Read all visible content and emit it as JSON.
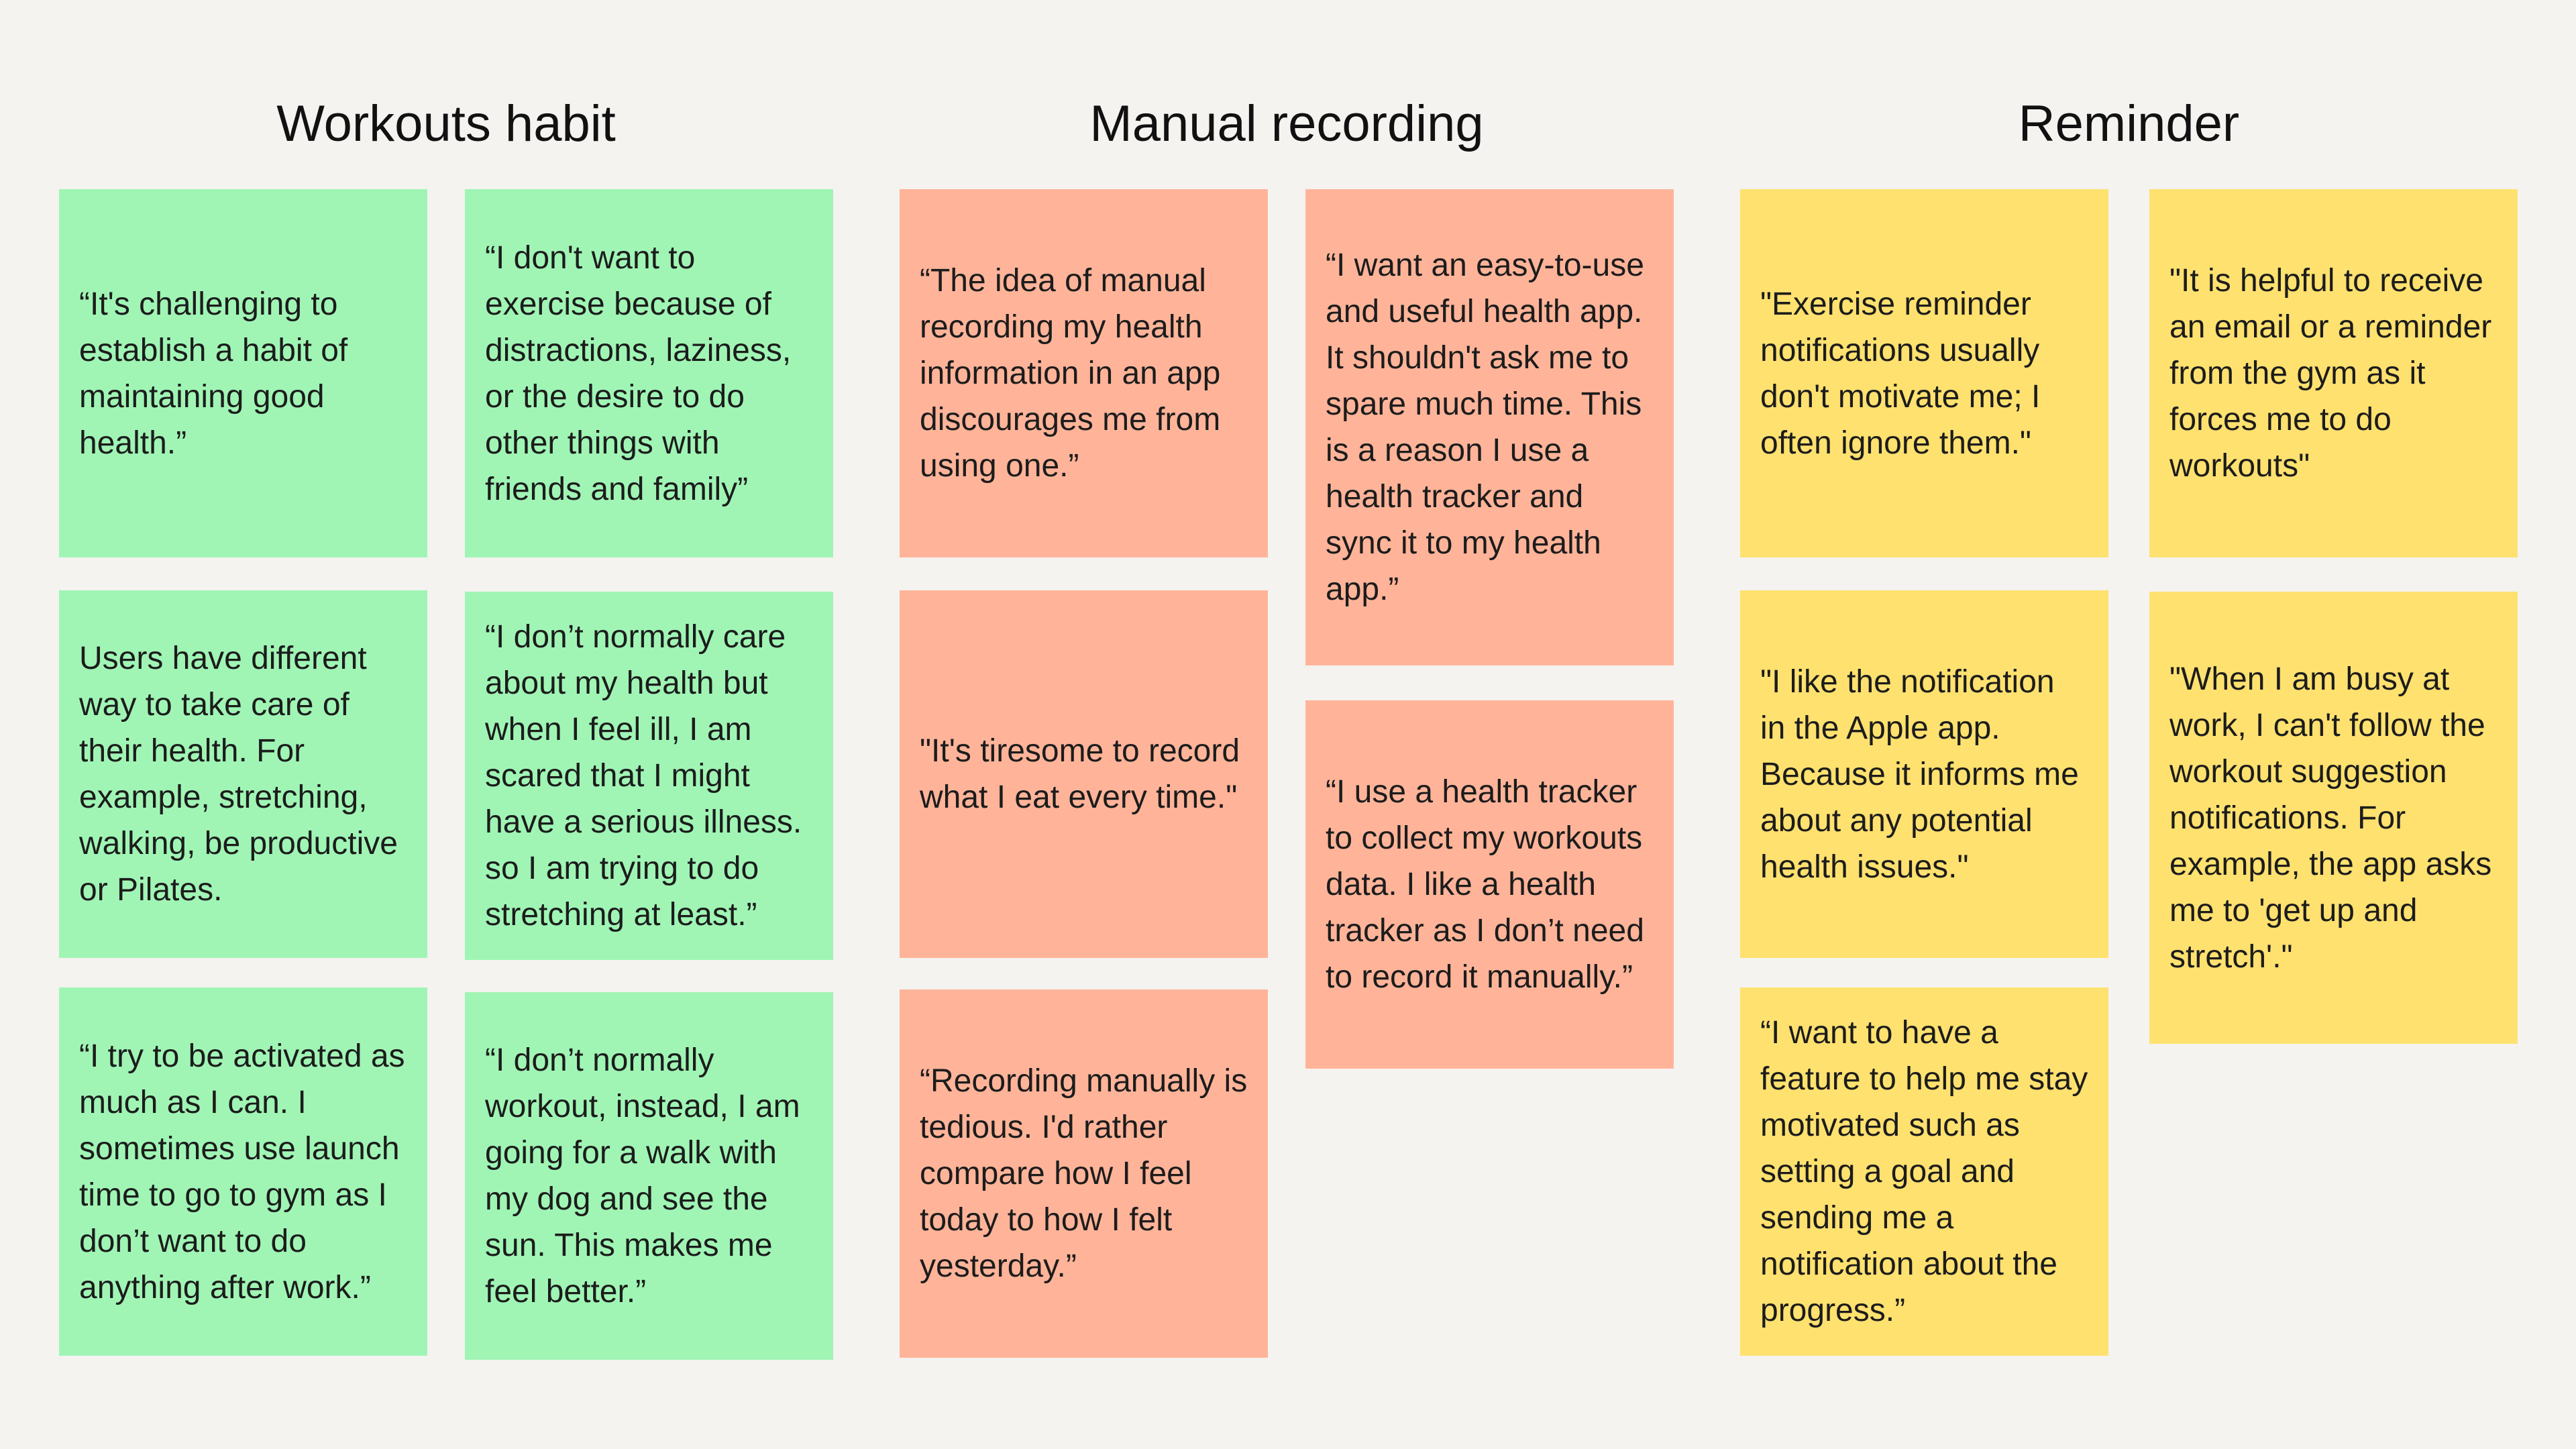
{
  "columns": [
    {
      "title": "Workouts habit",
      "notes": [
        "“It's challenging to establish a habit of maintaining good health.”",
        "“I don't want to exercise because of distractions, laziness, or the desire to do other things with friends and family”",
        "Users have different way to take care of their health. For example, stretching, walking, be productive or Pilates.",
        "“I don’t normally care about my health but when I feel ill, I am scared that I might have a serious illness. so I am trying to do stretching at least.”",
        "“I try to be activated as much as I can. I sometimes use launch time to go to gym as I don’t want to do anything after work.”",
        "“I don’t normally workout, instead, I am going for a walk with my dog and see the sun. This makes me feel better.”"
      ]
    },
    {
      "title": "Manual recording",
      "notes": [
        "“The idea of manual recording my health information in an app discourages me from using one.”",
        "“I want an easy-to-use and useful health app. It shouldn't ask me to spare much time. This is a reason I use a health tracker and sync it to my health app.”",
        "\"It's tiresome to record what I eat every time.\"",
        "“I use a health tracker to collect my workouts data. I like a health tracker as I don’t need to record it manually.”",
        "“Recording manually is tedious. I'd rather compare how I feel today to how I felt yesterday.”"
      ]
    },
    {
      "title": "Reminder",
      "notes": [
        "\"Exercise reminder notifications usually don't motivate me; I often ignore them.\"",
        "\"It is helpful to receive an email or a reminder from the gym as it forces me to do workouts\"",
        "\"I like the notification in the Apple app. Because it informs me about any potential health issues.\"",
        "\"When I am busy at work, I can't follow the workout suggestion notifications. For example, the app asks me to 'get up and stretch'.\"",
        "“I want to have a feature to help me stay motivated such as setting a goal and sending me a notification about the progress.”"
      ]
    }
  ],
  "colors": {
    "background": "#f4f3f0",
    "workouts_habit": "#a0f5b5",
    "manual_recording": "#ffb499",
    "reminder": "#ffe16f"
  }
}
